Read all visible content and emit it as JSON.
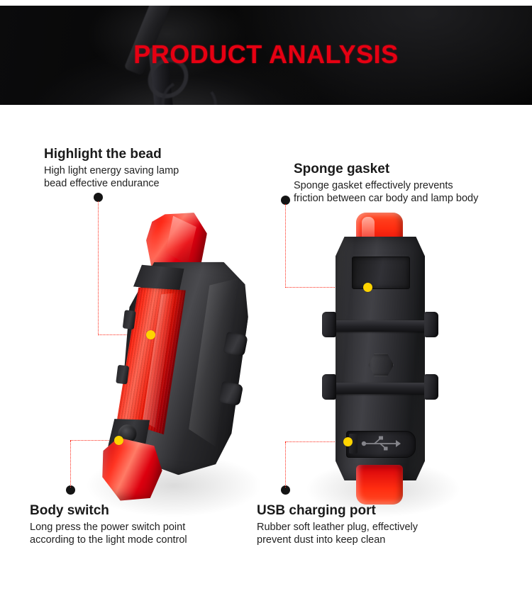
{
  "header": {
    "title": "PRODUCT ANALYSIS",
    "title_color": "#e60012",
    "background_color": "#050505"
  },
  "theme": {
    "leader_line_color": "#ff2a1a",
    "marker_dot_color": "#ffd400",
    "anchor_dot_color": "#141414",
    "page_background": "#ffffff",
    "body_text_color": "#222222"
  },
  "callouts": [
    {
      "id": "highlight-the-bead",
      "title": "Highlight the bead",
      "description_lines": [
        "High light energy saving lamp",
        "bead effective endurance"
      ]
    },
    {
      "id": "sponge-gasket",
      "title": "Sponge gasket",
      "description_lines": [
        "Sponge gasket effectively prevents",
        "friction between car body and lamp body"
      ]
    },
    {
      "id": "body-switch",
      "title": "Body switch",
      "description_lines": [
        "Long press the power switch point",
        "according to the light mode control"
      ]
    },
    {
      "id": "usb-charging-port",
      "title": "USB charging port",
      "description_lines": [
        "Rubber soft leather plug, effectively",
        " prevent dust into keep clean"
      ]
    }
  ],
  "products": [
    {
      "id": "tail-light-front-angled",
      "name": "Bicycle tail light - angled front view",
      "body_color": "#2a2a2d",
      "lens_color": "#e01010"
    },
    {
      "id": "tail-light-back",
      "name": "Bicycle tail light - back view with mount clips",
      "body_color": "#2c2c30",
      "lens_color": "#ff2d10"
    }
  ]
}
